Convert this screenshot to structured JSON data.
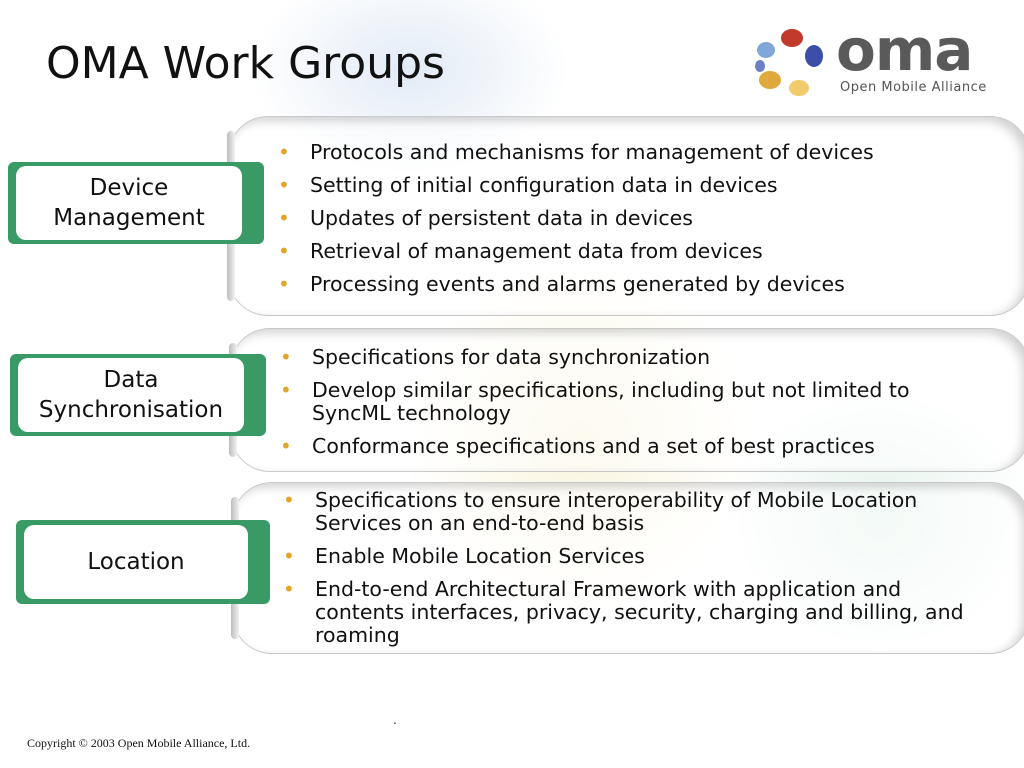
{
  "slide": {
    "title": "OMA Work Groups",
    "logo": {
      "word": "oma",
      "tagline": "Open Mobile Alliance"
    },
    "groups": [
      {
        "name": "Device Management",
        "name_lines": [
          "Device",
          "Management"
        ],
        "bullets": [
          "Protocols and mechanisms for management of devices",
          "Setting of initial configuration data in devices",
          "Updates of persistent data in devices",
          "Retrieval of management data from devices",
          "Processing events and alarms generated by devices"
        ]
      },
      {
        "name": "Data Synchronisation",
        "name_lines": [
          "Data",
          "Synchronisation"
        ],
        "bullets": [
          "Specifications for data synchronization",
          "Develop similar specifications, including but not limited to SyncML technology",
          "Conformance specifications and a set of best practices"
        ]
      },
      {
        "name": "Location",
        "name_lines": [
          "Location"
        ],
        "bullets": [
          "Specifications to ensure interoperability of Mobile Location Services on an end-to-end basis",
          "Enable Mobile Location Services",
          "End-to-end Architectural Framework with application and contents interfaces, privacy, security, charging and billing, and roaming"
        ]
      }
    ],
    "bullet_glyph": "•",
    "center_mark": ".",
    "copyright": "Copyright © 2003 Open Mobile Alliance, Ltd."
  },
  "colors": {
    "tab_green": "#3a9a66",
    "bullet_gold": "#e3a526",
    "logo_gray": "#5a5a5a",
    "logo_dots": [
      "#c0392b",
      "#3b4fa8",
      "#7fa7d8",
      "#e0a93b",
      "#f2c96b",
      "#6d7fc4"
    ]
  }
}
